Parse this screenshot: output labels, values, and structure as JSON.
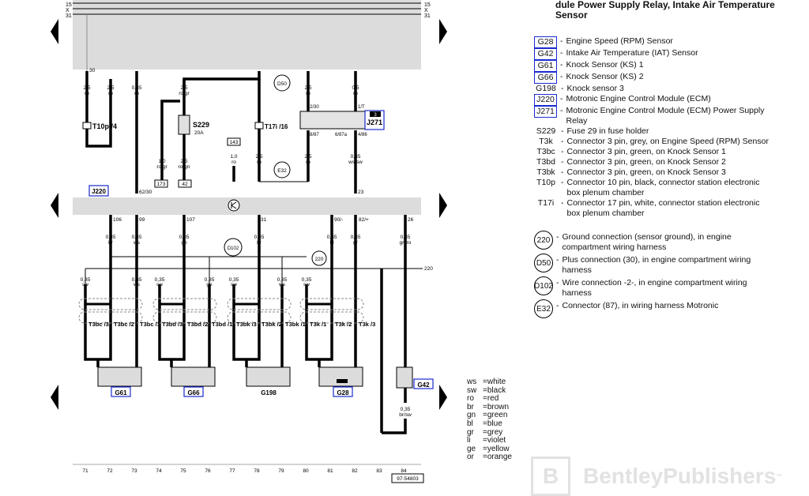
{
  "title": "dule Power Supply Relay, Intake Air Temperature Sensor",
  "legend": [
    {
      "code": "G28",
      "boxed": true,
      "desc": "Engine Speed (RPM) Sensor"
    },
    {
      "code": "G42",
      "boxed": true,
      "desc": "Intake Air Temperature (IAT) Sensor"
    },
    {
      "code": "G61",
      "boxed": true,
      "desc": "Knock Sensor (KS) 1"
    },
    {
      "code": "G66",
      "boxed": true,
      "desc": "Knock Sensor (KS) 2"
    },
    {
      "code": "G198",
      "boxed": false,
      "desc": "Knock sensor 3"
    },
    {
      "code": "J220",
      "boxed": true,
      "desc": "Motronic Engine Control Module (ECM)"
    },
    {
      "code": "J271",
      "boxed": true,
      "desc": "Motronic Engine Control Module (ECM) Power Supply Relay"
    },
    {
      "code": "S229",
      "boxed": false,
      "desc": "Fuse 29 in fuse holder"
    },
    {
      "code": "T3k",
      "boxed": false,
      "desc": "Connector 3 pin, grey, on Engine Speed (RPM) Sensor"
    },
    {
      "code": "T3bc",
      "boxed": false,
      "desc": "Connector 3 pin, green, on Knock Sensor 1"
    },
    {
      "code": "T3bd",
      "boxed": false,
      "desc": "Connector 3 pin, green, on Knock Sensor 2"
    },
    {
      "code": "T3bk",
      "boxed": false,
      "desc": "Connector 3 pin, green, on Knock Sensor 3"
    },
    {
      "code": "T10p",
      "boxed": false,
      "desc": "Connector 10 pin, black, connector station electronic box plenum chamber"
    },
    {
      "code": "T17i",
      "boxed": false,
      "desc": "Connector 17 pin, white, connector station electronic box plenum chamber"
    }
  ],
  "annotations": [
    {
      "code": "220",
      "desc": "Ground connection (sensor ground), in engine compartment wiring harness"
    },
    {
      "code": "D50",
      "desc": "Plus connection (30), in engine compartment wiring harness"
    },
    {
      "code": "D102",
      "desc": "Wire connection -2-, in engine compartment wiring harness"
    },
    {
      "code": "E32",
      "desc": "Connector (87), in wiring harness Motronic"
    }
  ],
  "colors": [
    {
      "abbr": "ws",
      "name": "white"
    },
    {
      "abbr": "sw",
      "name": "black"
    },
    {
      "abbr": "ro",
      "name": "red"
    },
    {
      "abbr": "br",
      "name": "brown"
    },
    {
      "abbr": "gn",
      "name": "green"
    },
    {
      "abbr": "bl",
      "name": "blue"
    },
    {
      "abbr": "gr",
      "name": "grey"
    },
    {
      "abbr": "li",
      "name": "violet"
    },
    {
      "abbr": "ge",
      "name": "yellow"
    },
    {
      "abbr": "or",
      "name": "orange"
    }
  ],
  "diagram": {
    "rail_labels": [
      "15",
      "X",
      "31"
    ],
    "top_wires": [
      {
        "gauge": "2,5",
        "color": "ro"
      },
      {
        "gauge": "2,5",
        "color": "ro"
      },
      {
        "gauge": "0,35",
        "color": "ro"
      },
      {
        "gauge": "2,5",
        "color": "ro/gr"
      },
      {
        "gauge": "2,5",
        "color": "ro"
      },
      {
        "gauge": "0,5",
        "color": "ro"
      }
    ],
    "mid_wires": [
      {
        "gauge": "1,0",
        "color": "ro/gr"
      },
      {
        "gauge": "2,5",
        "color": "ro/gn"
      },
      {
        "gauge": "1,0",
        "color": "ro"
      },
      {
        "gauge": "2,5",
        "color": "ro"
      },
      {
        "gauge": "2,5",
        "color": "ro"
      },
      {
        "gauge": "0,35",
        "color": "ws/sw"
      }
    ],
    "fuse": {
      "label": "S229",
      "rating": "20A"
    },
    "relay_code": "J271",
    "relay_num": "3",
    "relay_pins": [
      "2/30",
      "1/T",
      "8/87",
      "6/87a",
      "4/86"
    ],
    "ecm_code": "J220",
    "ecm_pins_top": [
      "30",
      "62/30",
      "23"
    ],
    "ecm_pins_bottom": [
      "106",
      "99",
      "107",
      "31",
      "90/-",
      "82/+",
      "26"
    ],
    "mid_refs": [
      "143",
      "173",
      "42"
    ],
    "ground_220": "220",
    "bottom_wires": [
      {
        "gauge": "0,35",
        "color": "br"
      },
      {
        "gauge": "0,35",
        "color": "ws"
      },
      {
        "gauge": "0,35",
        "color": "gn"
      },
      {
        "gauge": "0,35",
        "color": "br"
      },
      {
        "gauge": "0,35",
        "color": "bl"
      },
      {
        "gauge": "0,35",
        "color": "gr"
      },
      {
        "gauge": "0,35",
        "color": "gn/ro"
      }
    ],
    "sensor_wires": [
      {
        "gauge": "0,35",
        "color": "sw"
      },
      {
        "gauge": "0,35",
        "color": "ws"
      },
      {
        "gauge": "0,35",
        "color": "sw"
      },
      {
        "gauge": "0,35",
        "color": "ge"
      },
      {
        "gauge": "0,35",
        "color": "sw"
      },
      {
        "gauge": "0,35",
        "color": "ws"
      },
      {
        "gauge": "0,35",
        "color": "sw"
      }
    ],
    "connectors": {
      "T3bc": [
        "T3bc /3",
        "T3bc /2",
        "T3bc /1"
      ],
      "T3bd": [
        "T3bd /3",
        "T3bd /2",
        "T3bd /1"
      ],
      "T3bk": [
        "T3bk /3",
        "T3bk /2",
        "T3bk /1"
      ],
      "T3k": [
        "T3k /1",
        "T3k /2",
        "T3k /3"
      ],
      "T10p": "T10p /4",
      "T17i": "T17i /16"
    },
    "sensors": [
      "G61",
      "G66",
      "G198",
      "G28",
      "G42"
    ],
    "g42_wire": {
      "gauge": "0,35",
      "color": "br/sw"
    },
    "column_numbers": [
      "71",
      "72",
      "73",
      "74",
      "75",
      "76",
      "77",
      "78",
      "79",
      "80",
      "81",
      "82",
      "83",
      "84"
    ],
    "ref_code": "97-54803"
  },
  "watermark": "BentleyPublishers",
  "watermark_tm": "™"
}
